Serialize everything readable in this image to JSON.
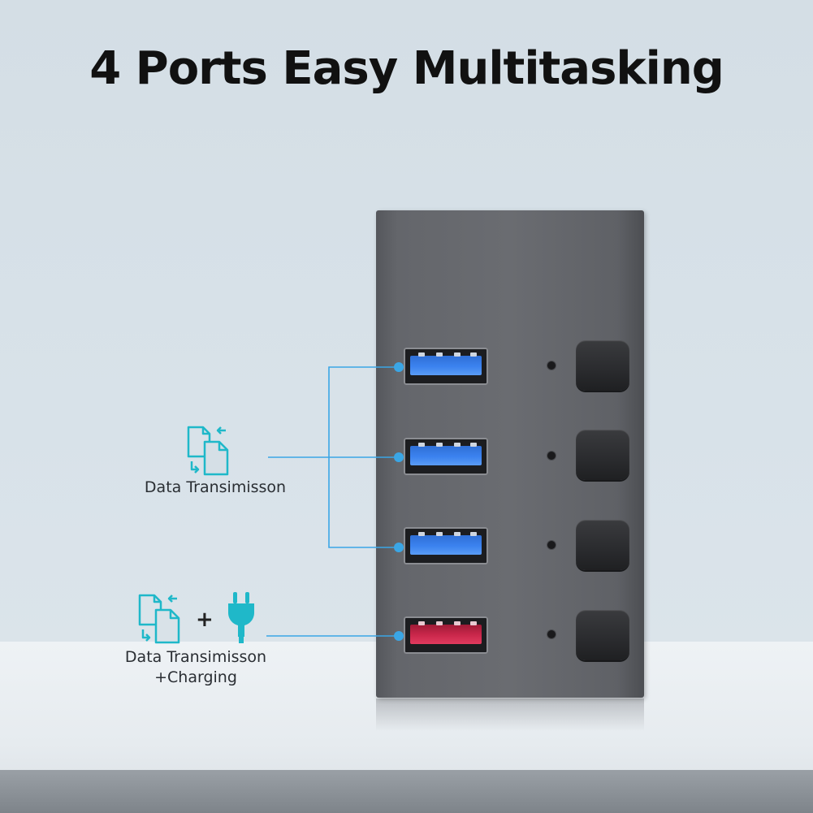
{
  "title": "4 Ports Easy Multitasking",
  "callouts": {
    "data_only": {
      "label": "Data Transimisson",
      "icon": "file-transfer-icon"
    },
    "data_charging": {
      "line1": "Data Transimisson",
      "line2": "+Charging",
      "plus": "+",
      "icons": [
        "file-transfer-icon",
        "power-plug-icon"
      ]
    }
  },
  "hub": {
    "ports": [
      {
        "name": "usb-port-1",
        "type": "USB 3.0 data",
        "color": "#3b82ef"
      },
      {
        "name": "usb-port-2",
        "type": "USB 3.0 data",
        "color": "#3b82ef"
      },
      {
        "name": "usb-port-3",
        "type": "USB 3.0 data",
        "color": "#3b82ef"
      },
      {
        "name": "usb-port-4",
        "type": "data + charging",
        "color": "#c8264a"
      }
    ],
    "switch_count": 4
  },
  "colors": {
    "accent_teal": "#1fb8c9",
    "callout_line": "#3aa6e6",
    "hub_body": "#67696e"
  }
}
